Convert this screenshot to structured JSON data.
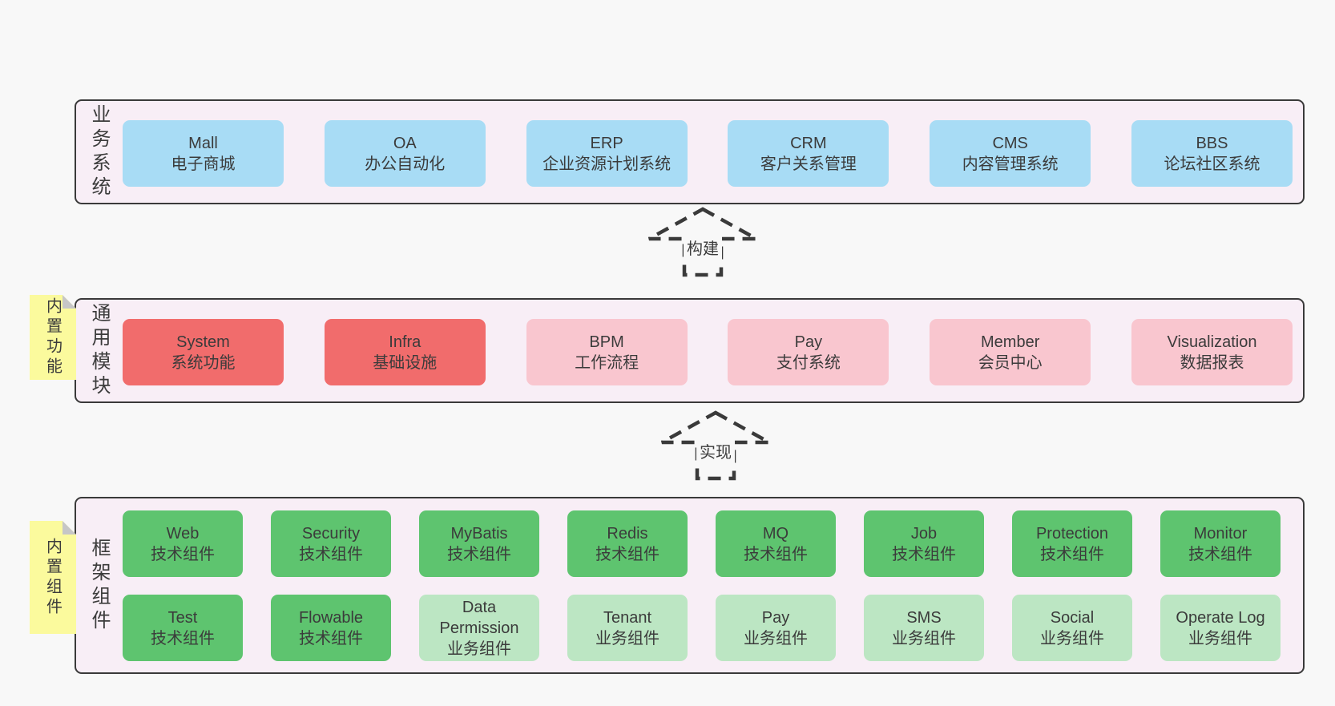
{
  "page": {
    "background": "#f8f8f8"
  },
  "colors": {
    "page_bg": "#f8f8f8",
    "band_fill": "#f8eef6",
    "band_border": "#3a3a3a",
    "blue": "#a8dcf5",
    "red": "#f16c6c",
    "pink": "#f9c6cf",
    "green": "#5ec46f",
    "light_green": "#bce6c3",
    "sticky_yellow": "#fbfa9d",
    "sticky_fold": "#c6c6c7",
    "text": "#3b3b3b"
  },
  "arrows": [
    {
      "label": "构建"
    },
    {
      "label": "实现"
    }
  ],
  "bands": [
    {
      "label": "业务系统",
      "boxes": [
        {
          "name": "Mall",
          "sub": "电子商城"
        },
        {
          "name": "OA",
          "sub": "办公自动化"
        },
        {
          "name": "ERP",
          "sub": "企业资源计划系统"
        },
        {
          "name": "CRM",
          "sub": "客户关系管理"
        },
        {
          "name": "CMS",
          "sub": "内容管理系统"
        },
        {
          "name": "BBS",
          "sub": "论坛社区系统"
        }
      ]
    },
    {
      "label": "通用模块",
      "sticky": "内置功能",
      "boxes": [
        {
          "name": "System",
          "sub": "系统功能"
        },
        {
          "name": "Infra",
          "sub": "基础设施"
        },
        {
          "name": "BPM",
          "sub": "工作流程"
        },
        {
          "name": "Pay",
          "sub": "支付系统"
        },
        {
          "name": "Member",
          "sub": "会员中心"
        },
        {
          "name": "Visualization",
          "sub": "数据报表"
        }
      ]
    },
    {
      "label": "框架组件",
      "sticky": "内置组件",
      "rows": [
        [
          {
            "name": "Web",
            "sub": "技术组件"
          },
          {
            "name": "Security",
            "sub": "技术组件"
          },
          {
            "name": "MyBatis",
            "sub": "技术组件"
          },
          {
            "name": "Redis",
            "sub": "技术组件"
          },
          {
            "name": "MQ",
            "sub": "技术组件"
          },
          {
            "name": "Job",
            "sub": "技术组件"
          },
          {
            "name": "Protection",
            "sub": "技术组件"
          },
          {
            "name": "Monitor",
            "sub": "技术组件"
          }
        ],
        [
          {
            "name": "Test",
            "sub": "技术组件"
          },
          {
            "name": "Flowable",
            "sub": "技术组件"
          },
          {
            "name": "Data Permission",
            "sub": "业务组件"
          },
          {
            "name": "Tenant",
            "sub": "业务组件"
          },
          {
            "name": "Pay",
            "sub": "业务组件"
          },
          {
            "name": "SMS",
            "sub": "业务组件"
          },
          {
            "name": "Social",
            "sub": "业务组件"
          },
          {
            "name": "Operate Log",
            "sub": "业务组件"
          }
        ]
      ]
    }
  ]
}
